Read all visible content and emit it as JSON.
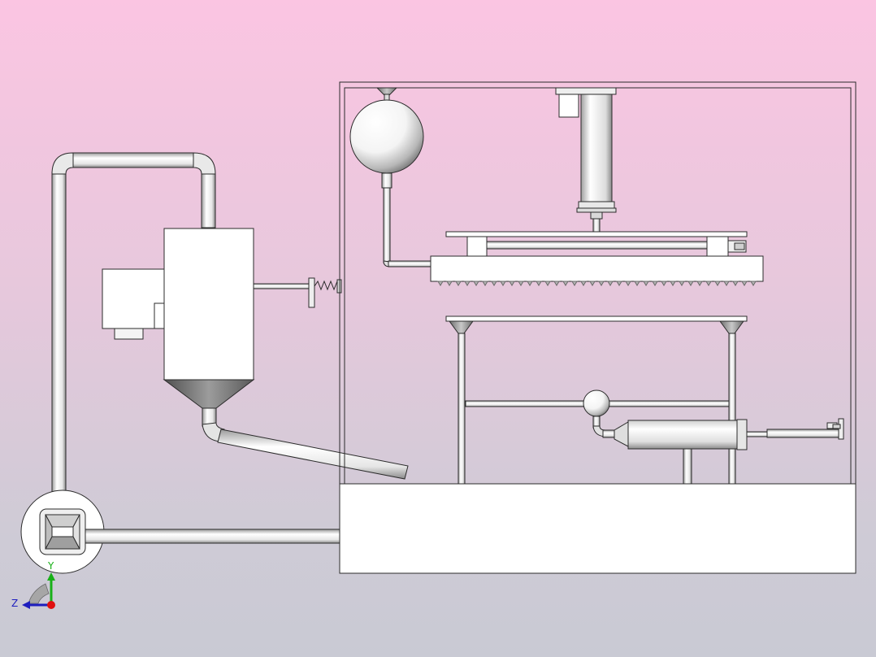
{
  "viewport": {
    "background_top": "#fbc5e2",
    "background_bottom": "#c9cad4"
  },
  "colors": {
    "outline": "#2b2b2b",
    "body_fill": "#ffffff",
    "shade": "#8f8f8f",
    "axis_x": "#1e1ebe",
    "axis_y": "#18b018",
    "axis_z": "#1e1ebe",
    "origin": "#e01010"
  },
  "triad": {
    "y_label": "Y",
    "z_label": "Z"
  },
  "components": [
    "feed-loop-pipe",
    "cyclone-separator",
    "hopper-cone",
    "discharge-pipe",
    "fan-blower",
    "return-pipe",
    "spring-connector",
    "enclosure-frame",
    "base-tank",
    "spherical-vessel",
    "vertical-cylinder",
    "press-plate",
    "nozzle-manifold",
    "support-table",
    "funnel-legs",
    "ball-valve",
    "horizontal-tank",
    "outlet-pipe"
  ]
}
